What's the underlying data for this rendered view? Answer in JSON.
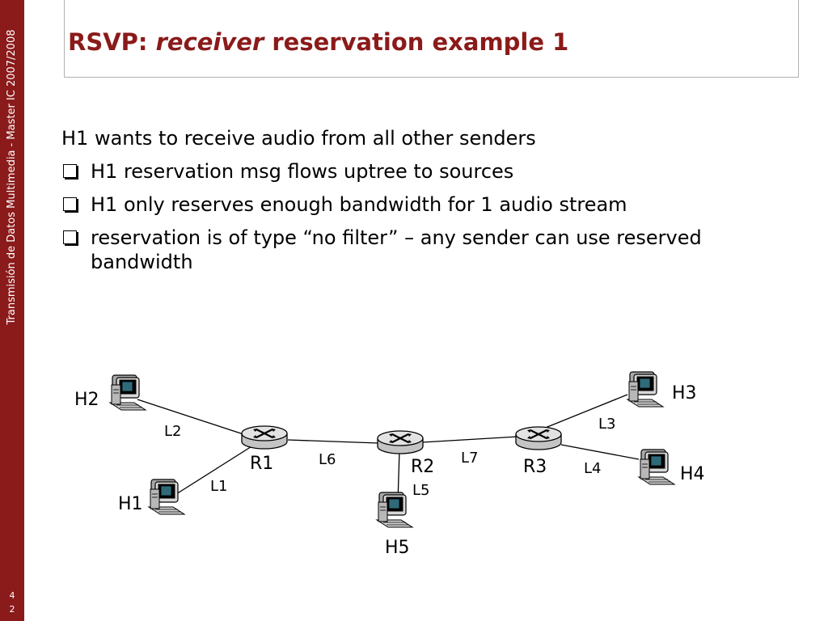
{
  "sidebar": {
    "course": "Transmisión de Datos Multimedia - Master IC 2007/2008",
    "page_digits": [
      "4",
      "2"
    ]
  },
  "title": {
    "prefix": "RSVP: ",
    "emphasis": "receiver",
    "suffix": " reservation example 1"
  },
  "content": {
    "intro": "H1 wants to receive audio from all other senders",
    "bullets": [
      "H1 reservation msg flows uptree to sources",
      "H1 only reserves enough bandwidth for 1 audio stream",
      "reservation is of type “no filter” – any sender can use reserved bandwidth"
    ]
  },
  "diagram": {
    "hosts": {
      "h1": "H1",
      "h2": "H2",
      "h3": "H3",
      "h4": "H4",
      "h5": "H5"
    },
    "routers": {
      "r1": "R1",
      "r2": "R2",
      "r3": "R3"
    },
    "links": {
      "l1": "L1",
      "l2": "L2",
      "l3": "L3",
      "l4": "L4",
      "l5": "L5",
      "l6": "L6",
      "l7": "L7"
    }
  },
  "colors": {
    "accent": "#8b1a1a"
  }
}
